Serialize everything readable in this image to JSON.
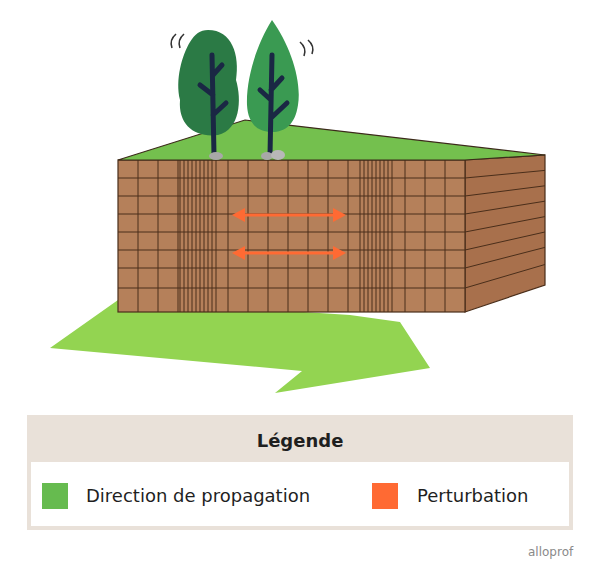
{
  "diagram": {
    "nodes": [
      {
        "text": [
          "Légende"
        ]
      }
    ],
    "labels": [
      "alloprof"
    ],
    "legend": [
      {
        "text": "Direction de propagation",
        "color": "#66bb4f"
      },
      {
        "text": "Perturbation",
        "color": "#ff6a33"
      }
    ]
  }
}
